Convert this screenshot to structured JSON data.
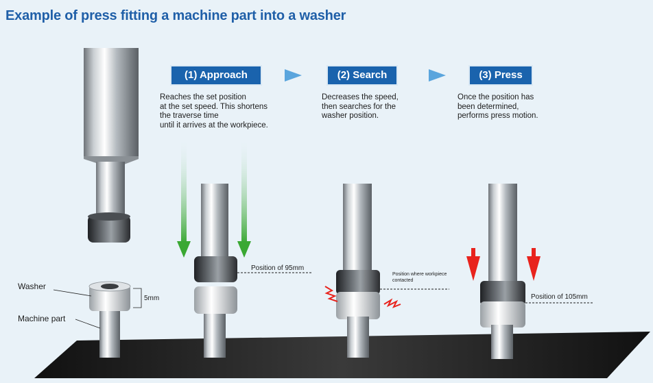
{
  "title": "Example of press fitting a machine part into a washer",
  "steps": [
    {
      "label": "(1) Approach",
      "description": "Reaches the set position\nat the set speed. This shortens\nthe traverse time\nuntil it arrives at the workpiece."
    },
    {
      "label": "(2) Search",
      "description": "Decreases the speed,\nthen searches for the\nwasher position."
    },
    {
      "label": "(3) Press",
      "description": "Once the position has\nbeen determined,\nperforms press motion."
    }
  ],
  "annotations": {
    "washer": "Washer",
    "machine_part": "Machine part",
    "dimension": "5mm",
    "position_95": "Position of 95mm",
    "position_contact": "Position where workpiece\ncontacted",
    "position_105": "Position of 105mm"
  },
  "colors": {
    "title": "#1f5fa8",
    "badge": "#1a63ad",
    "approach_arrow": "#3aa833",
    "press_arrow": "#e8231d",
    "contact_spark": "#e8231d",
    "base_plate": "#1e1e1e"
  }
}
